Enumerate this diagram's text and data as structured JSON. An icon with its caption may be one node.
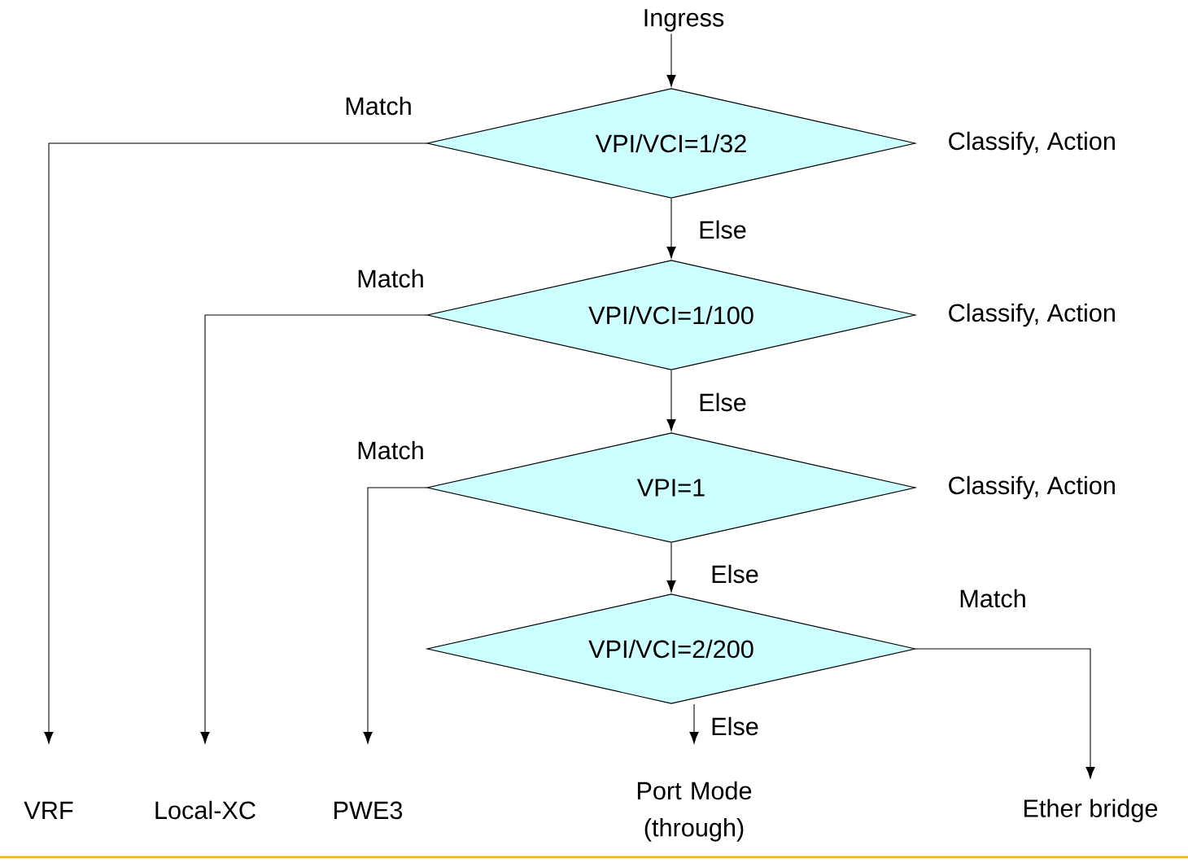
{
  "diagram": {
    "nodes": [
      {
        "text": [
          "Ingress"
        ]
      },
      {
        "text": [
          "VPI/VCI=1/32"
        ],
        "beside": [
          "Classify, Action"
        ]
      },
      {
        "text": [
          "VPI/VCI=1/100"
        ],
        "beside": [
          "Classify, Action"
        ]
      },
      {
        "text": [
          "VPI=1"
        ],
        "beside": [
          "Classify, Action"
        ]
      },
      {
        "text": [
          "VPI/VCI=2/200"
        ]
      },
      {
        "text": [
          "VRF"
        ]
      },
      {
        "text": [
          "Local-XC"
        ]
      },
      {
        "text": [
          "PWE3"
        ]
      },
      {
        "text": [
          "Port Mode (through)"
        ]
      },
      {
        "text": [
          "Ether bridge"
        ]
      }
    ],
    "edges": [
      {
        "from": 0,
        "to": 1,
        "arrow": "to"
      },
      {
        "from": 1,
        "to": 2,
        "arrow": "to",
        "label": "Else"
      },
      {
        "from": 2,
        "to": 3,
        "arrow": "to",
        "label": "Else"
      },
      {
        "from": 3,
        "to": 4,
        "arrow": "to",
        "label": "Else"
      },
      {
        "from": 4,
        "to": 8,
        "arrow": "to",
        "label": "Else"
      },
      {
        "from": 1,
        "to": 5,
        "arrow": "to",
        "label": "Match"
      },
      {
        "from": 2,
        "to": 6,
        "arrow": "to",
        "label": "Match"
      },
      {
        "from": 3,
        "to": 7,
        "arrow": "to",
        "label": "Match"
      },
      {
        "from": 4,
        "to": 9,
        "arrow": "to",
        "label": "Match"
      }
    ]
  }
}
